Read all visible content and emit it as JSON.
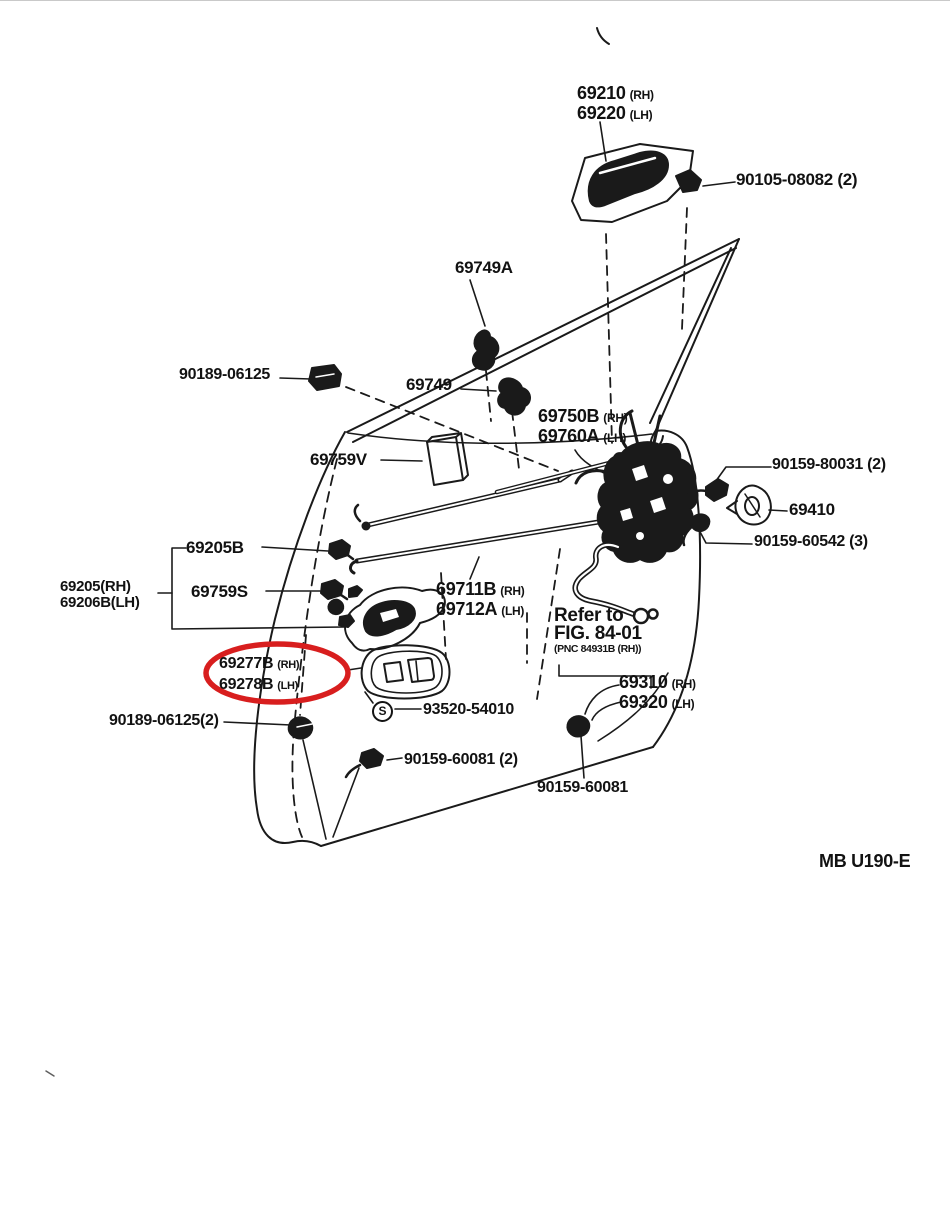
{
  "figure": {
    "footer_code": "MB U190-E",
    "highlight": {
      "color": "#d81e1e"
    },
    "note": {
      "line1": "Refer to",
      "line2": "FIG. 84-01",
      "line3": "(PNC 84931B (RH))"
    },
    "parts": {
      "outer_handle": {
        "rh": "69210",
        "rh_side": "(RH)",
        "lh": "69220",
        "lh_side": "(LH)"
      },
      "front_screw": {
        "code": "90105-08082 (2)"
      },
      "clip_a": {
        "code": "69749A"
      },
      "nut_upper": {
        "code": "90189-06125"
      },
      "clip": {
        "code": "69749"
      },
      "lock_remote": {
        "rh": "69750B",
        "rh_side": "(RH)",
        "lh": "69760A",
        "lh_side": "(LH)"
      },
      "cushion": {
        "code": "69759V"
      },
      "striker_screw_upper": {
        "code": "90159-80031 (2)"
      },
      "striker": {
        "code": "69410"
      },
      "striker_screw_lower": {
        "code": "90159-60542 (3)"
      },
      "frame_sub": {
        "code": "69205B"
      },
      "frame": {
        "rh": "69205(RH)",
        "lh": "69206B(LH)"
      },
      "handle_screw": {
        "code": "69759S"
      },
      "link_rod": {
        "rh": "69711B",
        "rh_side": "(RH)",
        "lh": "69712A",
        "lh_side": "(LH)"
      },
      "inner_bezel": {
        "rh": "69277B",
        "rh_side": "(RH)",
        "lh": "69278B",
        "lh_side": "(LH)"
      },
      "door_lock": {
        "rh": "69310",
        "rh_side": "(RH)",
        "lh": "69320",
        "lh_side": "(LH)"
      },
      "nut_lower": {
        "code": "90189-06125(2)"
      },
      "snap_screw": {
        "symbol": "S",
        "code": "93520-54010"
      },
      "tapping_screw_pair": {
        "code": "90159-60081 (2)"
      },
      "tapping_screw": {
        "code": "90159-60081"
      }
    }
  }
}
